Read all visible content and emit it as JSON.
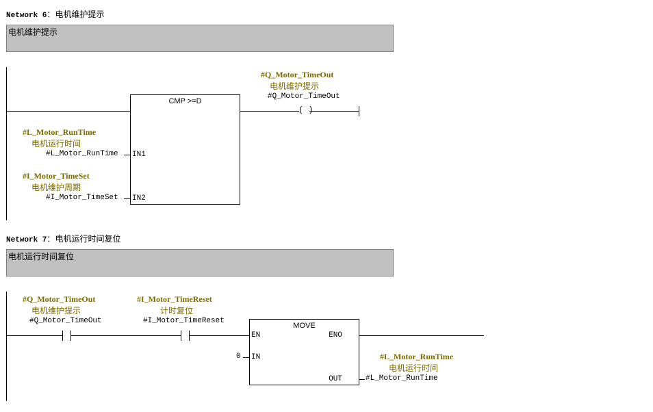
{
  "network6": {
    "label": "Network 6",
    "sep": "：",
    "title": "电机维护提示",
    "comment": "电机维护提示",
    "box_title": "CMP >=D",
    "pin_in1": "IN1",
    "pin_in2": "IN2",
    "in1_symbol": "#L_Motor_RunTime",
    "in1_comment": "电机运行时间",
    "in1_operand": "#L_Motor_RunTime",
    "in2_symbol": "#I_Motor_TimeSet",
    "in2_comment": "电机维护周期",
    "in2_operand": "#I_Motor_TimeSet",
    "coil_symbol": "#Q_Motor_TimeOut",
    "coil_comment": "电机维护提示",
    "coil_operand": "#Q_Motor_TimeOut",
    "coil_glyph": "( )"
  },
  "network7": {
    "label": "Network 7",
    "sep": "：",
    "title": "电机运行时间复位",
    "comment": "电机运行时间复位",
    "contact1_symbol": "#Q_Motor_TimeOut",
    "contact1_comment": "电机维护提示",
    "contact1_operand": "#Q_Motor_TimeOut",
    "contact2_symbol": "#I_Motor_TimeReset",
    "contact2_comment": "计时复位",
    "contact2_operand": "#I_Motor_TimeReset",
    "box_title": "MOVE",
    "pin_en": "EN",
    "pin_eno": "ENO",
    "pin_in": "IN",
    "pin_out": "OUT",
    "in_value": "0",
    "out_symbol": "#L_Motor_RunTime",
    "out_comment": "电机运行时间",
    "out_operand": "#L_Motor_RunTime"
  }
}
